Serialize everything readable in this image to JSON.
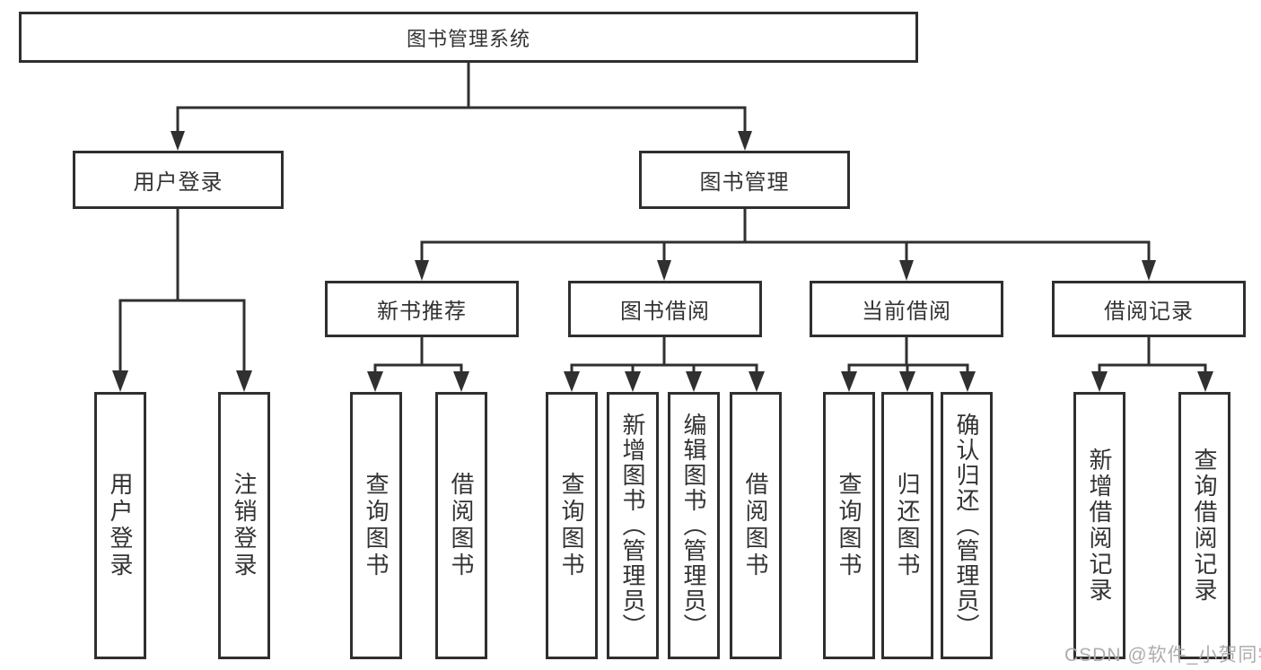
{
  "tree": {
    "label": "图书管理系统",
    "children": [
      {
        "label": "用户登录",
        "children": [
          {
            "label": "用户登录"
          },
          {
            "label": "注销登录"
          }
        ]
      },
      {
        "label": "图书管理",
        "children": [
          {
            "label": "新书推荐",
            "children": [
              {
                "label": "查询图书"
              },
              {
                "label": "借阅图书"
              }
            ]
          },
          {
            "label": "图书借阅",
            "children": [
              {
                "label": "查询图书"
              },
              {
                "label": "新增图书（管理员）"
              },
              {
                "label": "编辑图书（管理员）"
              },
              {
                "label": "借阅图书"
              }
            ]
          },
          {
            "label": "当前借阅",
            "children": [
              {
                "label": "查询图书"
              },
              {
                "label": "归还图书"
              },
              {
                "label": "确认归还（管理员）"
              }
            ]
          },
          {
            "label": "借阅记录",
            "children": [
              {
                "label": "新增借阅记录"
              },
              {
                "label": "查询借阅记录"
              }
            ]
          }
        ]
      }
    ]
  },
  "watermark": {
    "text": "CSDN @软件_小贺同学"
  },
  "colors": {
    "line": "#303030",
    "box_border": "#2f2f2f",
    "text": "#333333",
    "watermark": "#adadad",
    "background": "#ffffff"
  }
}
